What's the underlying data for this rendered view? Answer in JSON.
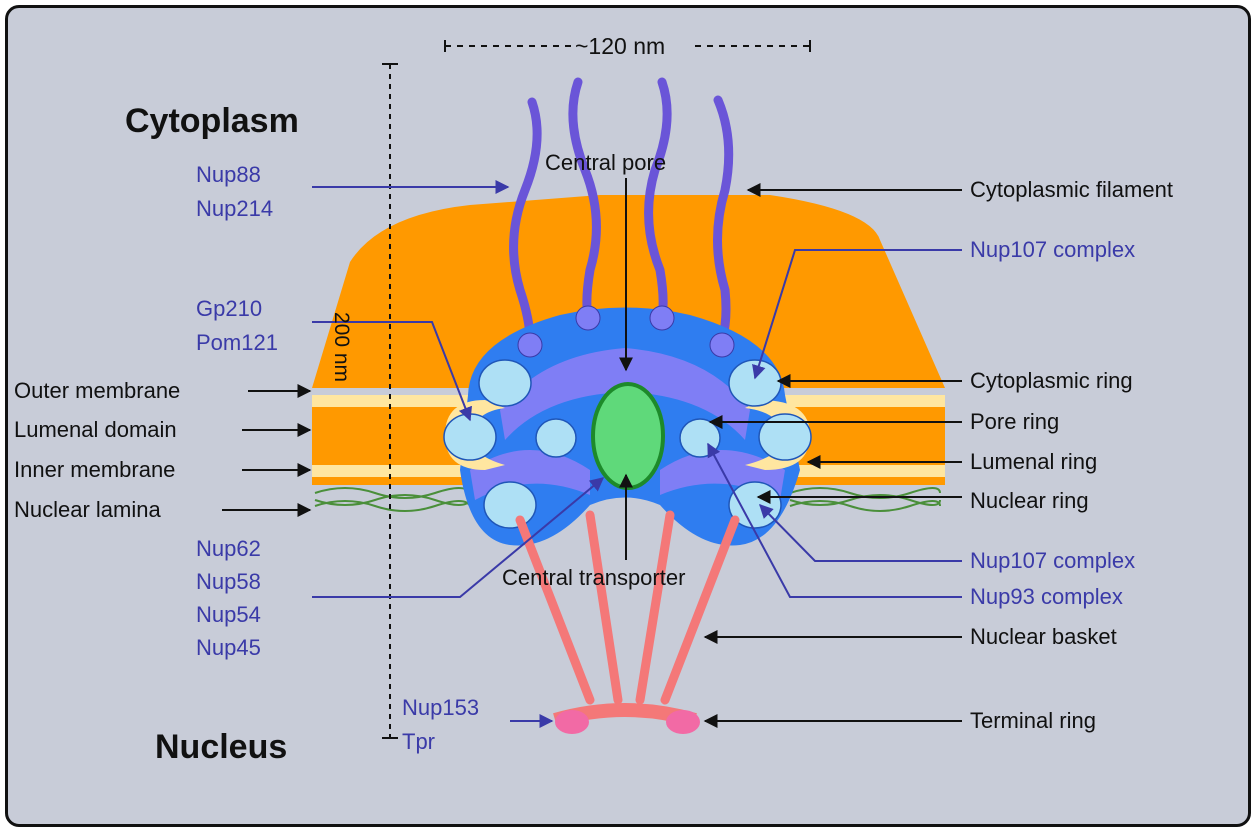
{
  "regions": {
    "cytoplasm": "Cytoplasm",
    "nucleus": "Nucleus"
  },
  "dimensions": {
    "width": "~120 nm",
    "height": "200 nm"
  },
  "left_labels": {
    "nup88": "Nup88",
    "nup214": "Nup214",
    "gp210": "Gp210",
    "pom121": "Pom121",
    "outer_membrane": "Outer membrane",
    "lumenal_domain": "Lumenal domain",
    "inner_membrane": "Inner membrane",
    "nuclear_lamina": "Nuclear lamina",
    "nup62": "Nup62",
    "nup58": "Nup58",
    "nup54": "Nup54",
    "nup45": "Nup45",
    "nup153": "Nup153",
    "tpr": "Tpr"
  },
  "center_labels": {
    "central_pore": "Central pore",
    "central_transporter": "Central transporter"
  },
  "right_labels": {
    "cytoplasmic_filament": "Cytoplasmic filament",
    "nup107_top": "Nup107 complex",
    "cytoplasmic_ring": "Cytoplasmic ring",
    "pore_ring": "Pore ring",
    "lumenal_ring": "Lumenal ring",
    "nuclear_ring": "Nuclear ring",
    "nup107_bottom": "Nup107 complex",
    "nup93": "Nup93 complex",
    "nuclear_basket": "Nuclear basket",
    "terminal_ring": "Terminal ring"
  },
  "colors": {
    "background": "#c8ccd8",
    "membrane": "#ff9900",
    "membrane_edge": "#ffe6a0",
    "outer_ring": "#2f7df0",
    "middle_ring": "#7f7ef5",
    "subunit": "#aee0f5",
    "transporter": "#5fd97a",
    "basket": "#f47878",
    "label_blue": "#3a3aa8"
  }
}
